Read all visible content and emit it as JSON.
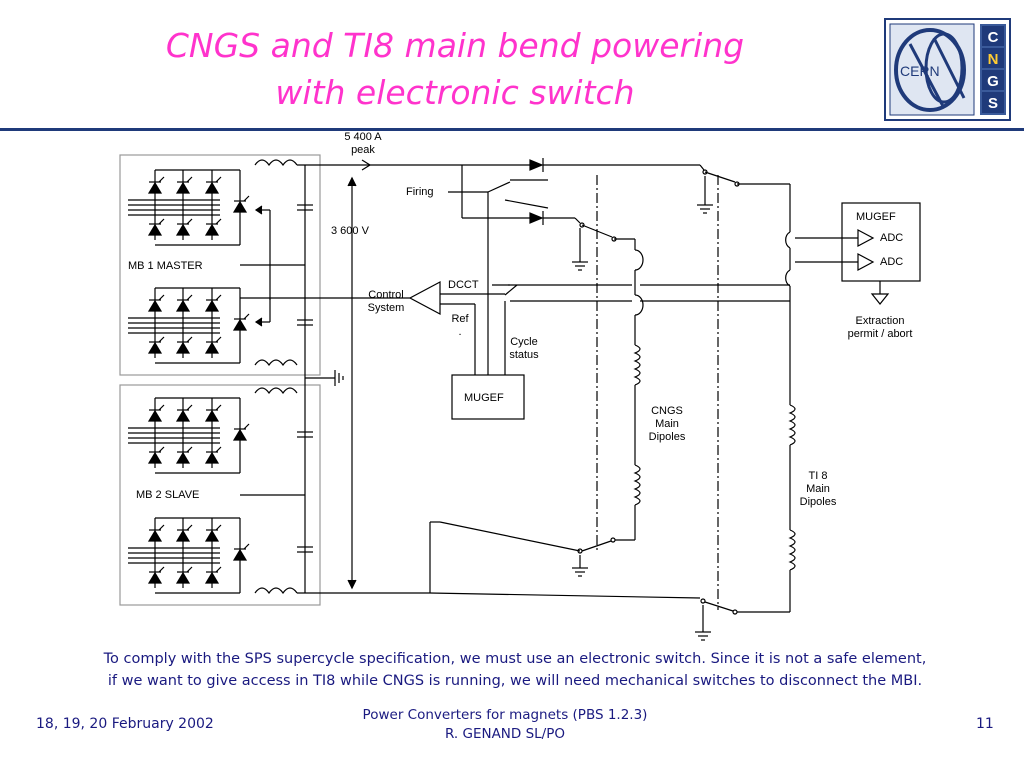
{
  "slide": {
    "title_line1": "CNGS and TI8 main bend powering",
    "title_line2": "with electronic switch",
    "caption_line1": "To comply with the SPS supercycle specification, we must use an electronic switch. Since it is not a safe element,",
    "caption_line2": "if we want to give access in TI8 while CNGS is running, we will need mechanical switches to disconnect the MBI.",
    "footer_left": "18, 19, 20 February 2002",
    "footer_center_line1": "Power Converters for magnets (PBS 1.2.3)",
    "footer_center_line2": "R. GENAND SL/PO",
    "page_number": "11"
  },
  "logo": {
    "cern_text": "CERN",
    "letters": [
      "C",
      "N",
      "G",
      "S"
    ]
  },
  "diagram": {
    "peak_line1": "5 400 A",
    "peak_line2": "peak",
    "voltage": "3 600 V",
    "firing": "Firing",
    "dcct": "DCCT",
    "control_line1": "Control",
    "control_line2": "System",
    "ref": "Ref",
    "ref_dot": ".",
    "cycle_line1": "Cycle",
    "cycle_line2": "status",
    "mugef_small": "MUGEF",
    "mugef_box": "MUGEF",
    "adc1": "ADC",
    "adc2": "ADC",
    "extraction_line1": "Extraction",
    "extraction_line2": "permit / abort",
    "mb1": "MB 1 MASTER",
    "mb2": "MB 2 SLAVE",
    "cngs_line1": "CNGS",
    "cngs_line2": "Main",
    "cngs_line3": "Dipoles",
    "ti8_line1": "TI 8",
    "ti8_line2": "Main",
    "ti8_line3": "Dipoles"
  },
  "colors": {
    "title": "#ff33cc",
    "rule": "#1f3a7a",
    "text_blue": "#1a1a80",
    "logo_border": "#1f3a7a",
    "logo_fill": "#3a5a9a"
  }
}
